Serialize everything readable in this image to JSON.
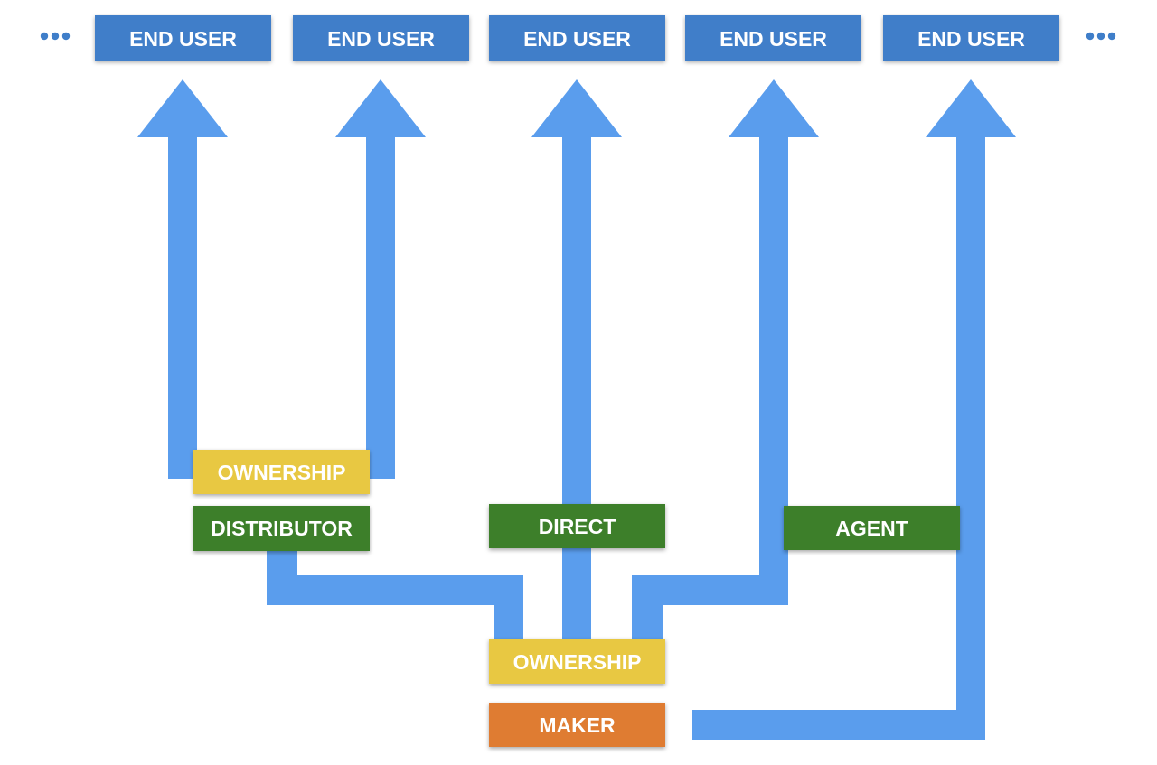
{
  "end_users": [
    {
      "label": "END USER"
    },
    {
      "label": "END USER"
    },
    {
      "label": "END USER"
    },
    {
      "label": "END USER"
    },
    {
      "label": "END USER"
    }
  ],
  "nodes": {
    "ownership_top": {
      "label": "OWNERSHIP"
    },
    "distributor": {
      "label": "DISTRIBUTOR"
    },
    "direct": {
      "label": "DIRECT"
    },
    "agent": {
      "label": "AGENT"
    },
    "ownership_bottom": {
      "label": "OWNERSHIP"
    },
    "maker": {
      "label": "MAKER"
    }
  },
  "colors": {
    "end_user": "#3f7ec9",
    "arrow": "#5a9ded",
    "ownership": "#e8c843",
    "channel": "#3c7f2c",
    "maker": "#df7b33",
    "dots": "#3f7ec9",
    "label_text": "#ffffff"
  }
}
